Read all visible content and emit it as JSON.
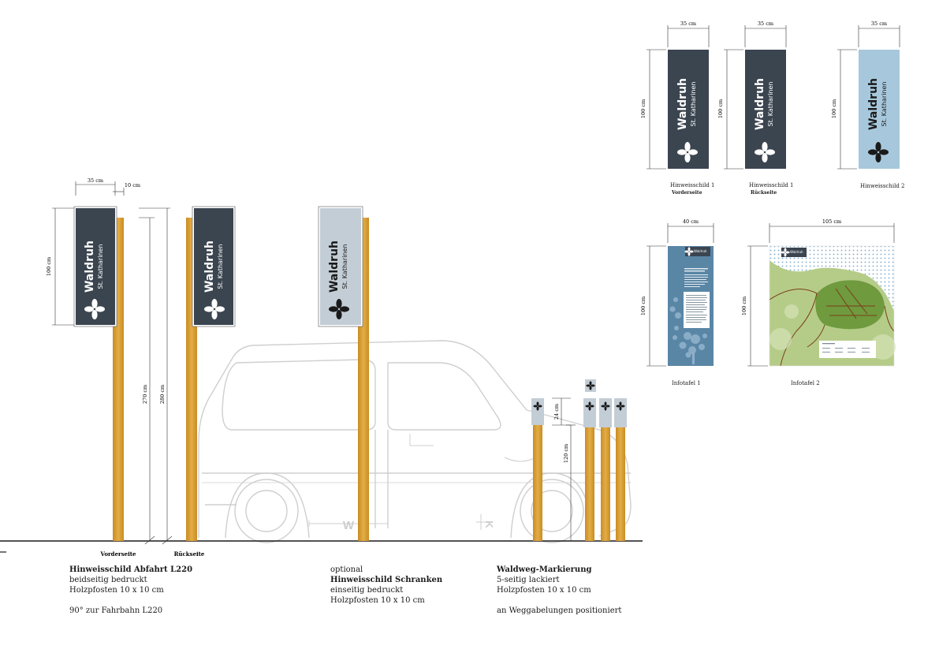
{
  "brand": {
    "name": "Waldruh",
    "sub": "St. Katharinen"
  },
  "colors": {
    "dark_sign": "#3b4550",
    "light_sign": "#a7c8dc",
    "grey_sign": "#c3cdd6",
    "wood": "#dca33a",
    "wood_dark": "#b8801c",
    "car": "#d4d4d4",
    "ground": "#1a1a1a",
    "infotafel_blue": "#5a86a6",
    "map_green": "#a9c27a"
  },
  "dimensions": {
    "w35": "35 cm",
    "w10": "10 cm",
    "h100": "100 cm",
    "h270": "270 cm",
    "h280": "280 cm",
    "h24": "24 cm",
    "h120": "120 cm",
    "w40": "40 cm",
    "w105": "105 cm"
  },
  "car": {
    "mark_w": "W",
    "mark_k": "K"
  },
  "bottom_labels": {
    "front": "Vorderseite",
    "back": "Rückseite"
  },
  "captions": {
    "abfahrt": {
      "title": "Hinweisschild Abfahrt L220",
      "lines": [
        "beidseitig bedruckt",
        "Holzpfosten 10 x 10 cm",
        "",
        "90° zur Fahrbahn L220"
      ]
    },
    "schranken": {
      "pre": "optional",
      "title": "Hinweisschild Schranken",
      "lines": [
        "einseitig bedruckt",
        "Holzpfosten 10 x 10 cm"
      ]
    },
    "waldweg": {
      "title": "Waldweg-Markierung",
      "lines": [
        "5-seitig lackiert",
        "Holzpfosten 10 x 10 cm",
        "",
        "an Weggabelungen positioniert"
      ]
    }
  },
  "thumbnails": {
    "sign1_front": {
      "label": "Hinweisschild 1",
      "sub": "Vorderseite"
    },
    "sign1_back": {
      "label": "Hinweisschild 1",
      "sub": "Rückseite"
    },
    "sign2": {
      "label": "Hinweisschild 2"
    },
    "info1": {
      "label": "Infotafel 1"
    },
    "info2": {
      "label": "Infotafel  2"
    }
  }
}
